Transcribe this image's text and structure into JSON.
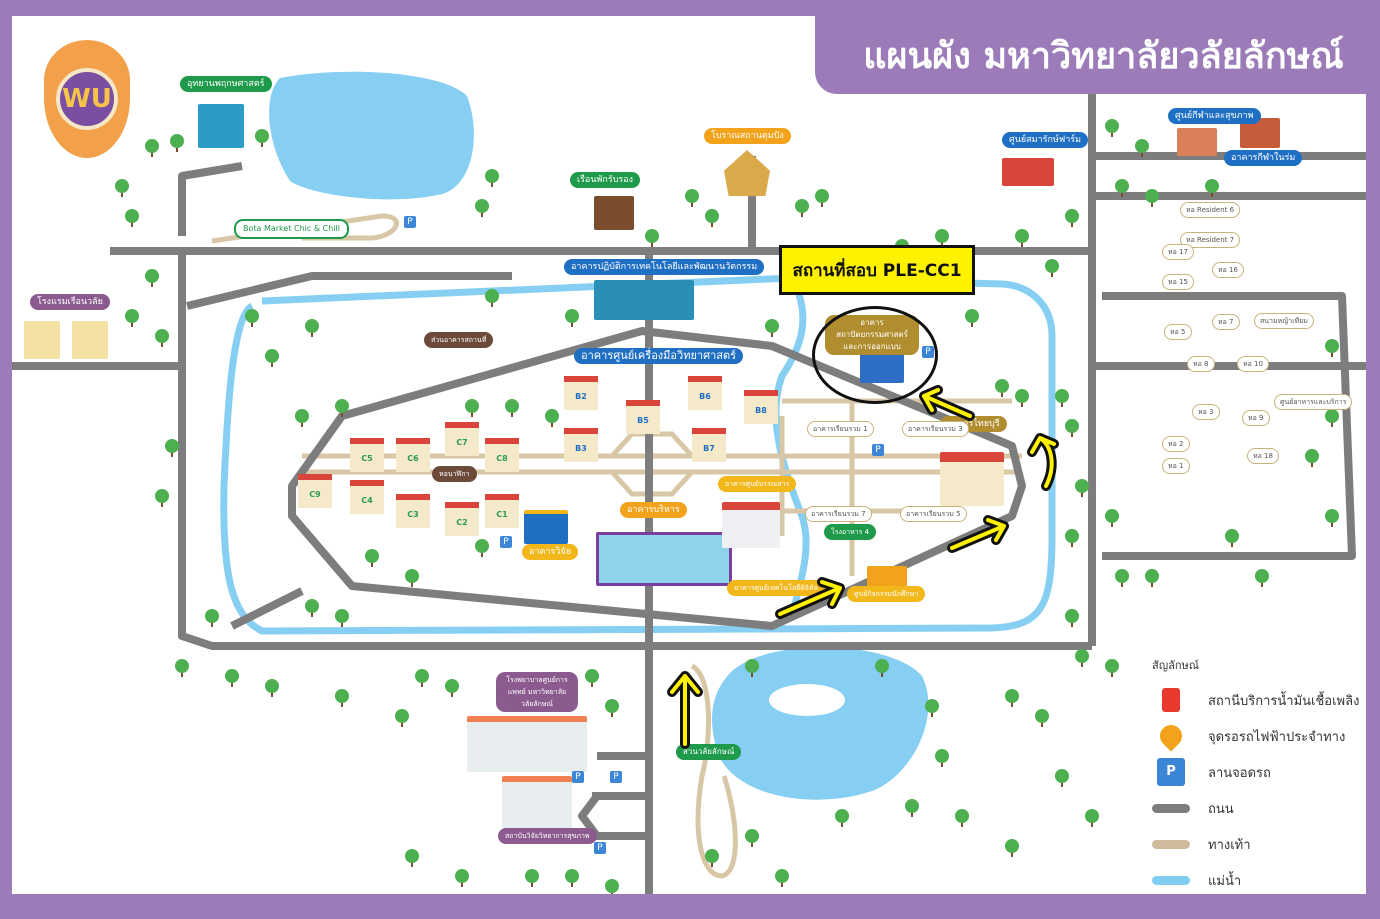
{
  "title": "แผนผัง มหาวิทยาลัยวลัยลักษณ์",
  "logo": {
    "icon": "university-seal-icon",
    "text": "WU"
  },
  "exam_callout": "สถานที่สอบ PLE-CC1",
  "places": {
    "botanic": "อุทยานพฤกษศาสตร์",
    "bota_market": "Bota Market Chic & Chill",
    "ancient_site": "โบราณสถานตุมปัง",
    "guest_house": "เรือนพักรับรอง",
    "farm": "ศูนย์สมารักษ์ฟาร์ม",
    "sports_center": "ศูนย์กีฬาและสุขภาพ",
    "indoor_sports": "อาคารกีฬาในร่ม",
    "hotel": "โรงแรมเรือนวลัย",
    "tech_building": "อาคารปฏิบัติการเทคโนโลยีและพัฒนานวัตกรรม",
    "architecture": "อาคารสถาปัตยกรรมศาสตร์และการออกแบบ",
    "science_center": "อาคารศูนย์เครื่องมือวิทยาศาสตร์",
    "facilities": "ส่วนอาคารสถานที่",
    "sinthiyaburi": "อาคารไทยบุรี",
    "admin": "อาคารบริหาร",
    "research": "อาคารวิจัย",
    "library": "อาคารศูนย์บรรณสาร",
    "it_center": "อาคารศูนย์เทคโนโลยีดิจิทัล",
    "cafeteria4": "โรงอาหาร 4",
    "student_center": "ศูนย์กิจกรรมนักศึกษา",
    "clock_tower": "หอนาฬิกา",
    "hospital": "โรงพยาบาลศูนย์การแพทย์ มหาวิทยาลัยวลัยลักษณ์",
    "health_institute": "สถาบันวิจัยวิทยาการสุขภาพ",
    "park": "สวนวลัยลักษณ์",
    "stadium": "สนามหญ้าเทียม",
    "cafeteria_center": "ศูนย์อาหารและบริการ",
    "lecture": [
      "อาคารเรียนรวม 1",
      "อาคารเรียนรวม 3",
      "อาคารเรียนรวม 7",
      "อาคารเรียนรวม 5"
    ],
    "science_blocks": [
      "B2",
      "B5",
      "B6",
      "B8",
      "B3",
      "B7"
    ],
    "c_blocks": [
      "C5",
      "C6",
      "C7",
      "C8",
      "C9",
      "C4",
      "C3",
      "C2",
      "C1"
    ],
    "dorms": [
      "หอ Resident 6",
      "หอ Resident 7",
      "หอ 17",
      "หอ 16",
      "หอ 15",
      "หอ 5",
      "หอ 7",
      "หอ 8",
      "หอ 10",
      "หอ 3",
      "หอ 9",
      "หอ 2",
      "หอ 1",
      "หอ 18"
    ]
  },
  "legend": {
    "title": "สัญลักษณ์",
    "items": [
      {
        "label": "สถานีบริการน้ำมันเชื้อเพลิง",
        "icon": "fuel-station-icon"
      },
      {
        "label": "จุดรอรถไฟฟ้าประจำทาง",
        "icon": "bus-stop-icon"
      },
      {
        "label": "ลานจอดรถ",
        "icon": "parking-icon"
      },
      {
        "label": "ถนน",
        "icon": "road-swatch",
        "color": "#7d7d7d"
      },
      {
        "label": "ทางเท้า",
        "icon": "footpath-swatch",
        "color": "#cdbb9a"
      },
      {
        "label": "แม่น้ำ",
        "icon": "river-swatch",
        "color": "#7fcdf0"
      }
    ]
  },
  "colors": {
    "frame": "#9b7bb8",
    "road": "#7d7d7d",
    "footpath": "#d8c7a6",
    "water": "#86cff3",
    "tree": "#4caf50",
    "arrow": "#fff200"
  }
}
